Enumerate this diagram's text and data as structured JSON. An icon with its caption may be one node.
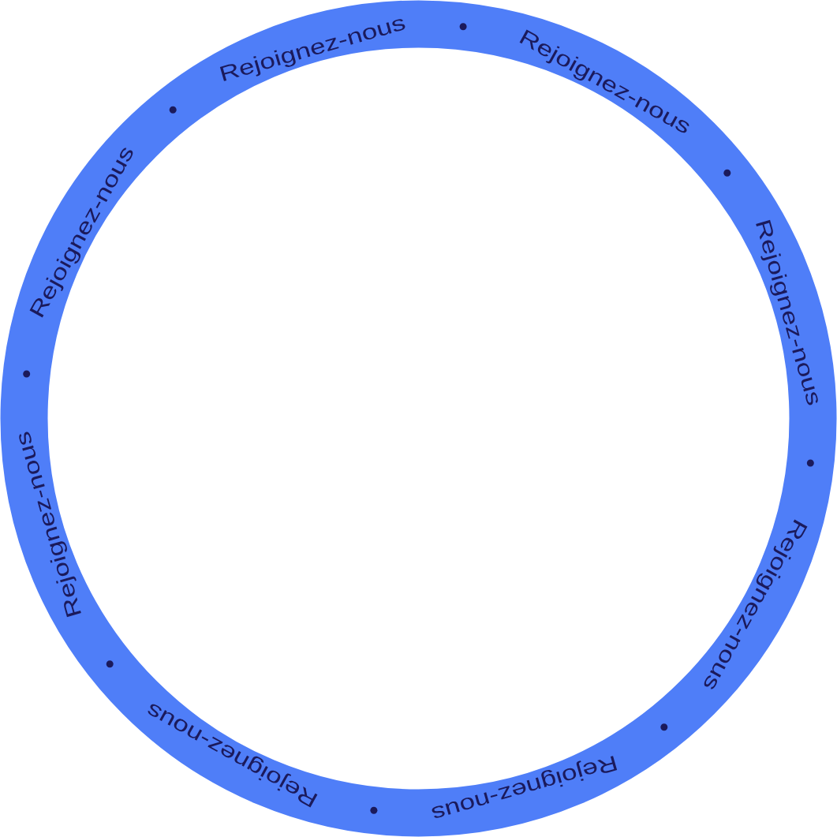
{
  "diagram": {
    "labels": [
      "Rejoignez-nous",
      "Rejoignez-nous",
      "Rejoignez-nous",
      "Rejoignez-nous",
      "Rejoignez-nous",
      "Rejoignez-nous",
      "Rejoignez-nous",
      "Rejoignez-nous"
    ]
  }
}
